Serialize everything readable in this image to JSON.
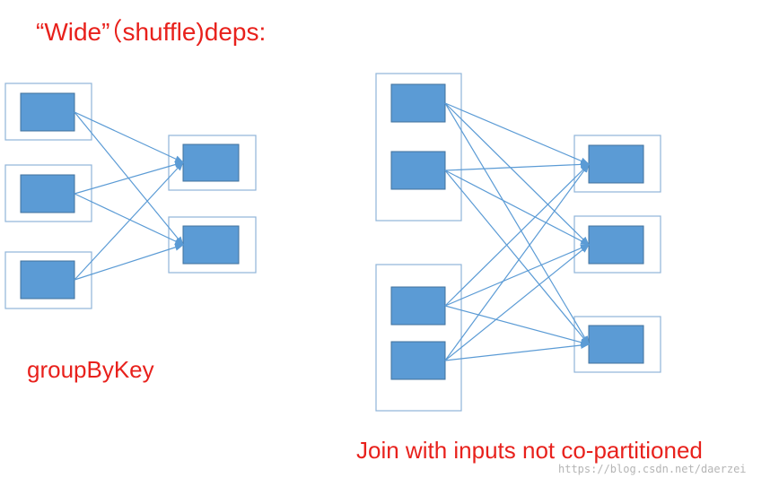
{
  "title": "“Wide”（shuffle)deps:",
  "left_label": "groupByKey",
  "right_label": "Join with inputs not co-partitioned",
  "watermark": "https://blog.csdn.net/daerzei",
  "colors": {
    "title_text": "#e8211c",
    "partition_fill": "#5b9bd5",
    "partition_border": "#41719c",
    "rdd_border": "#8fb4d9",
    "edge": "#5b9bd5"
  }
}
